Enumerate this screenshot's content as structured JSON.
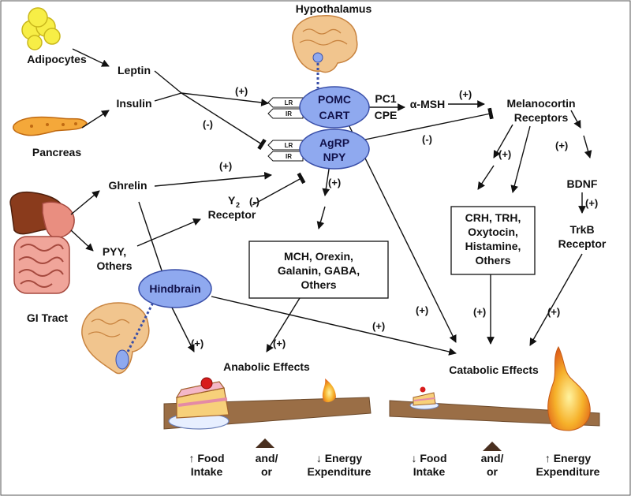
{
  "title": "Hypothalamus",
  "sources": {
    "adipocytes": "Adipocytes",
    "pancreas": "Pancreas",
    "gi_tract": "GI Tract"
  },
  "signals": {
    "leptin": "Leptin",
    "insulin": "Insulin",
    "ghrelin": "Ghrelin",
    "pyy_line1": "PYY,",
    "pyy_line2": "Others",
    "y2_base": "Y",
    "y2_sub": "2",
    "y2_line2": "Receptor"
  },
  "receptor_tags": {
    "lr": "LR",
    "ir": "IR"
  },
  "hypothalamus": {
    "pomc_line1": "POMC",
    "pomc_line2": "CART",
    "agrp_line1": "AgRP",
    "agrp_line2": "NPY",
    "pc1": "PC1",
    "cpe": "CPE",
    "amsh": "α-MSH",
    "mc_line1": "Melanocortin",
    "mc_line2": "Receptors",
    "bdnf": "BDNF",
    "trkb_line1": "TrkB",
    "trkb_line2": "Receptor"
  },
  "hindbrain": "Hindbrain",
  "boxes": {
    "mch": [
      "MCH, Orexin,",
      "Galanin, GABA,",
      "Others"
    ],
    "crh": [
      "CRH, TRH,",
      "Oxytocin,",
      "Histamine,",
      "Others"
    ]
  },
  "signs": {
    "plus": "(+)",
    "minus": "(-)"
  },
  "effects": {
    "anabolic": "Anabolic Effects",
    "catabolic": "Catabolic Effects"
  },
  "bottom": {
    "left": {
      "food": [
        "↑ Food",
        "Intake"
      ],
      "andor": [
        "and/",
        "or"
      ],
      "energy": [
        "↓ Energy",
        "Expenditure"
      ]
    },
    "right": {
      "food": [
        "↓ Food",
        "Intake"
      ],
      "andor": [
        "and/",
        "or"
      ],
      "energy": [
        "↑ Energy",
        "Expenditure"
      ]
    }
  },
  "colors": {
    "node_fill": "#8fa9ef",
    "node_stroke": "#3a4fa8",
    "brain": "#f1c58e",
    "brain_outline": "#c8833f",
    "plank": "#9a6e46",
    "fulcrum": "#4a3020",
    "flame": "#f29a1e",
    "adipocyte": "#f7ee46",
    "liver": "#8a3b1c",
    "intestine": "#f0a59a"
  }
}
